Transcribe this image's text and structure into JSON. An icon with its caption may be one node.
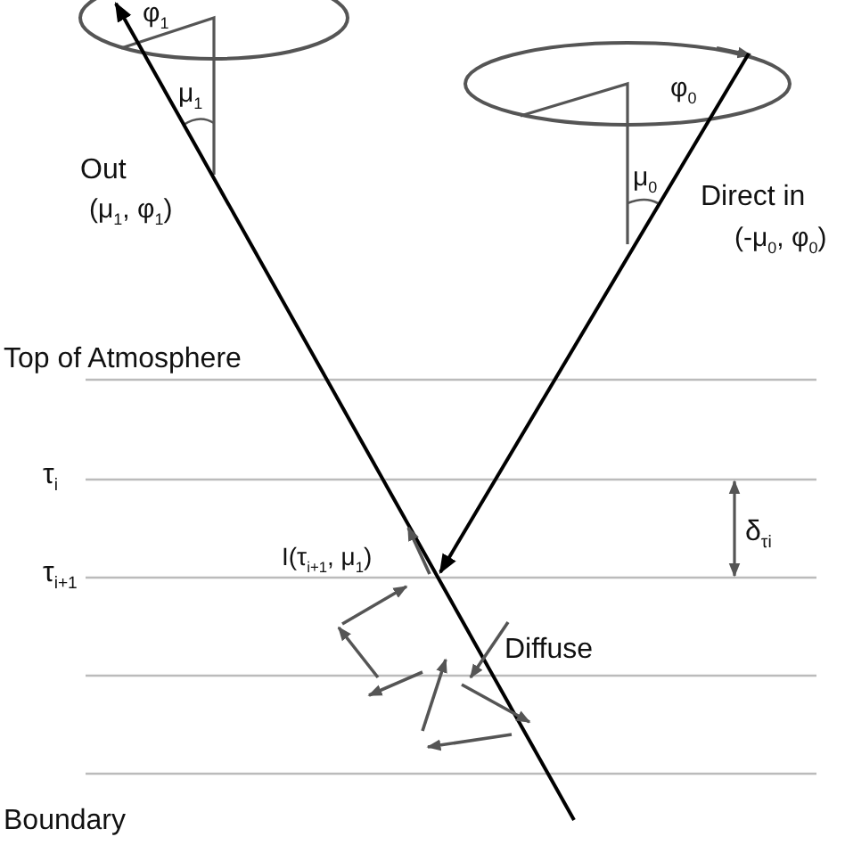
{
  "diagram": {
    "labels": [
      "φ$_{1}$",
      "μ$_{1}$",
      "Out",
      "(μ$_{1}$, φ$_{1}$)",
      "φ$_{0}$",
      "μ$_{0}$",
      "Direct in",
      "(-μ$_{0}$, φ$_{0}$)",
      "Top of Atmosphere",
      "τ$_{i}$",
      "δ$_{τi}$",
      "τ$_{i+1}$",
      "I(τ$_{i+1}$, μ$_{1}$)",
      "Diffuse",
      "Boundary"
    ]
  }
}
